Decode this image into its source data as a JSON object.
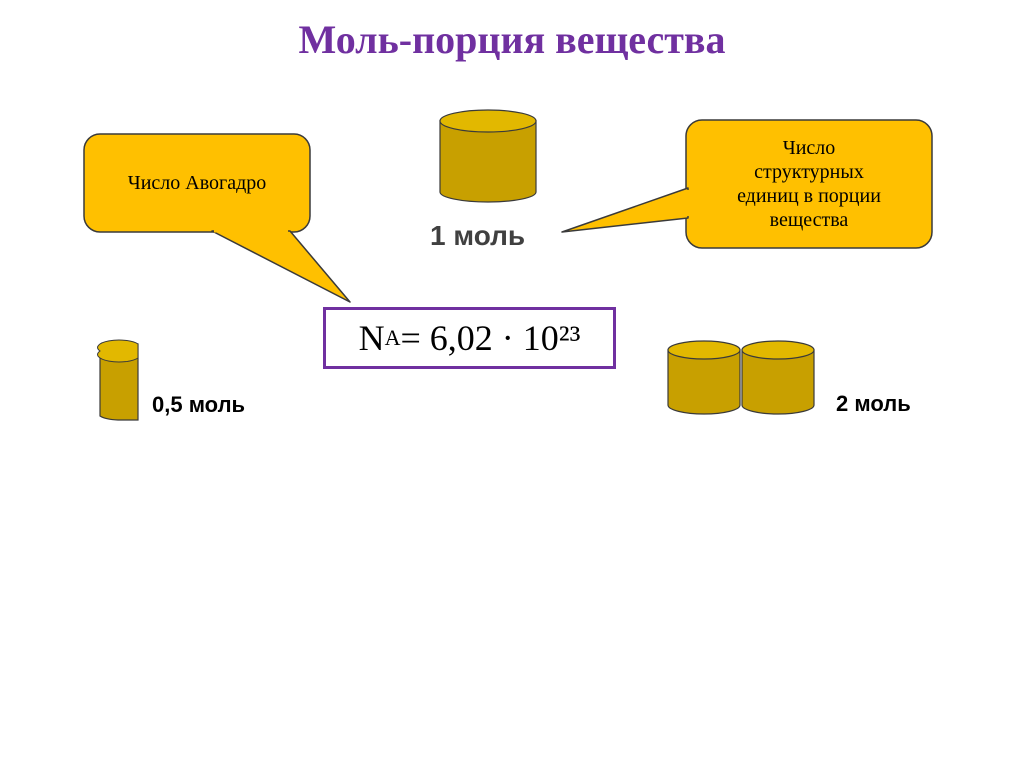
{
  "title": "Моль-порция вещества",
  "callouts": {
    "left": "Число Авогадро",
    "right_lines": [
      "Число",
      "структурных",
      "единиц в порции",
      "вещества"
    ]
  },
  "labels": {
    "one_mol": "1 моль",
    "half_mol": "0,5 моль",
    "two_mol": "2 моль"
  },
  "formula": {
    "symbol": "N",
    "subscript": "A",
    "rest": "= 6,02 · 10²³"
  },
  "colors": {
    "title": "#7030a0",
    "callout_fill": "#ffc000",
    "cylinder_fill": "#c8a000",
    "formula_border": "#7030a0"
  }
}
